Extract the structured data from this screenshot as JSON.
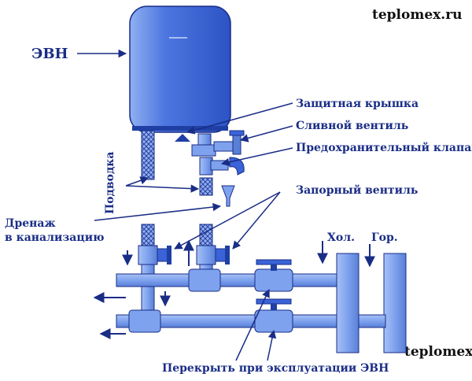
{
  "site": "teplomex.ru",
  "labels": {
    "evn": "ЭВН",
    "protective_cover": "Защитная крышка",
    "drain_valve": "Сливной вентиль",
    "safety_valve": "Предохранительный клапан",
    "supply": "Подводка",
    "shutoff_valve": "Запорный вентиль",
    "drainage_line1": "Дренаж",
    "drainage_line2": "в канализацию",
    "cold": "Хол.",
    "hot": "Гор.",
    "close_note": "Перекрыть при эксплуатации ЭВН"
  },
  "colors": {
    "tank": "#3a63d8",
    "tank_light": "#8fb0f2",
    "pipe": "#7ea2ee",
    "pipe_dark": "#5a7fd6",
    "outline": "#1a2d86",
    "text": "#1a2d86"
  }
}
